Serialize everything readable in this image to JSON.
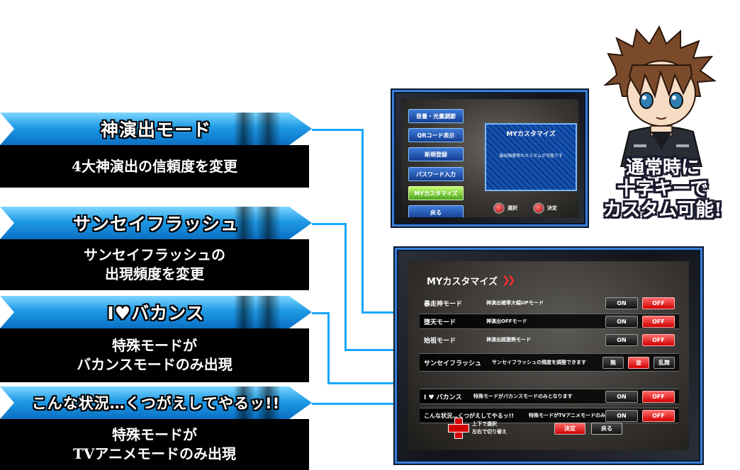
{
  "features": [
    {
      "title": "神演出モード",
      "desc": [
        "4大神演出の信頼度を変更"
      ]
    },
    {
      "title": "サンセイフラッシュ",
      "desc": [
        "サンセイフラッシュの",
        "出現頻度を変更"
      ]
    },
    {
      "title": "I♥バカンス",
      "desc": [
        "特殊モードが",
        "バカンスモードのみ出現"
      ]
    },
    {
      "title": "こんな状況…くつがえしてやるッ!!",
      "desc": [
        "特殊モードが",
        "TVアニメモードのみ出現"
      ]
    }
  ],
  "small_screen": {
    "menu": [
      "音量・光量調節",
      "QRコード表示",
      "新規登録",
      "パスワード入力",
      "MYカスタマイズ",
      "戻る"
    ],
    "active_index": 4,
    "dialog_title": "MYカスタマイズ",
    "dialog_text": "演出頻度等のカスタムが可能です",
    "hint_select": "選択",
    "hint_decide": "決定"
  },
  "big_screen": {
    "title": "MYカスタマイズ",
    "rows": [
      {
        "name": "暴走神モード",
        "desc": "神演出確率大幅UPモード",
        "options": [
          "ON",
          "OFF"
        ],
        "selected": 1
      },
      {
        "name": "堕天モード",
        "desc": "神演出OFFモード",
        "options": [
          "ON",
          "OFF"
        ],
        "selected": 1
      },
      {
        "name": "始祖モード",
        "desc": "神演出超激熱モード",
        "options": [
          "ON",
          "OFF"
        ],
        "selected": 1
      },
      {
        "name": "サンセイフラッシュ",
        "desc": "サンセイフラッシュの頻度を調整できます",
        "options": [
          "無",
          "並",
          "乱舞"
        ],
        "selected": 1
      },
      {
        "name": "I ♥ バカンス",
        "desc": "特殊モードがバカンスモードのみとなります",
        "options": [
          "ON",
          "OFF"
        ],
        "selected": 1
      },
      {
        "name": "こんな状況…くつがえしてやるッ!!",
        "desc": "特殊モードがTVアニメモードのみとなります",
        "options": [
          "ON",
          "OFF"
        ],
        "selected": 1
      }
    ],
    "footer_hint": [
      "上下で選択",
      "左右で切り替え"
    ],
    "decide_label": "決定",
    "back_label": "戻る"
  },
  "callout": [
    "通常時に",
    "十字キーで",
    "カスタム可能!"
  ],
  "colors": {
    "accent_blue": "#19a6ff",
    "on_red": "#d00000",
    "active_green": "#4aa31e"
  }
}
